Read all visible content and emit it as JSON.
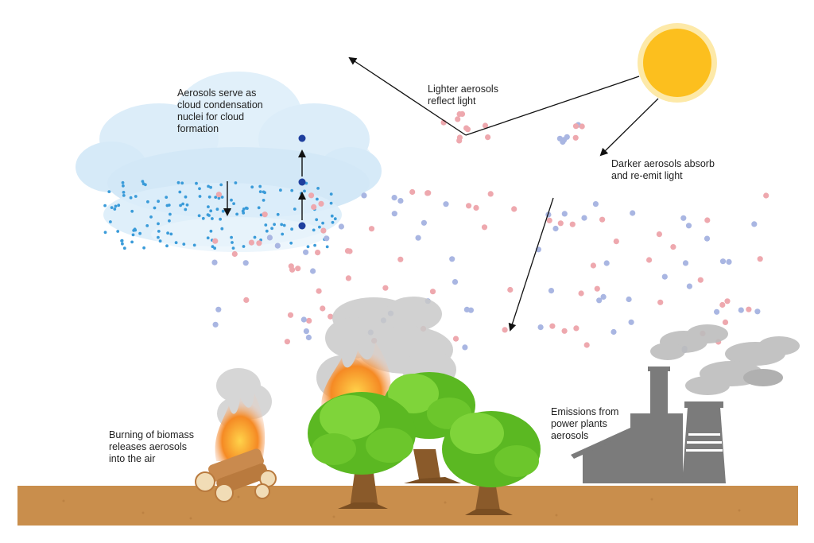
{
  "labels": {
    "cloud": "Aerosols serve as\ncloud condensation\nnuclei for cloud\nformation",
    "lighter": "Lighter aerosols\nreflect light",
    "darker": "Darker aerosols absorb\nand re-emit light",
    "biomass": "Burning of biomass\nreleases aerosols\ninto the air",
    "emissions": "Emissions from\npower plants\naerosols"
  },
  "colors": {
    "sun": "#fcbf1e",
    "sun_halo": "#fde9a8",
    "ground": "#c98e4c",
    "ground_dark": "#a87236",
    "cloud": "#d8ecf8",
    "droplet": "#3a9bd9",
    "nucleus": "#1f3f9e",
    "light_aerosol": "#eea8ae",
    "dark_aerosol": "#a9b6e2",
    "factory": "#7b7b7b",
    "smoke": "#b9b9b9",
    "tree": "#6cc62c",
    "trunk": "#8a5a2a",
    "fire": "#f27d22",
    "log": "#c98a4e"
  }
}
